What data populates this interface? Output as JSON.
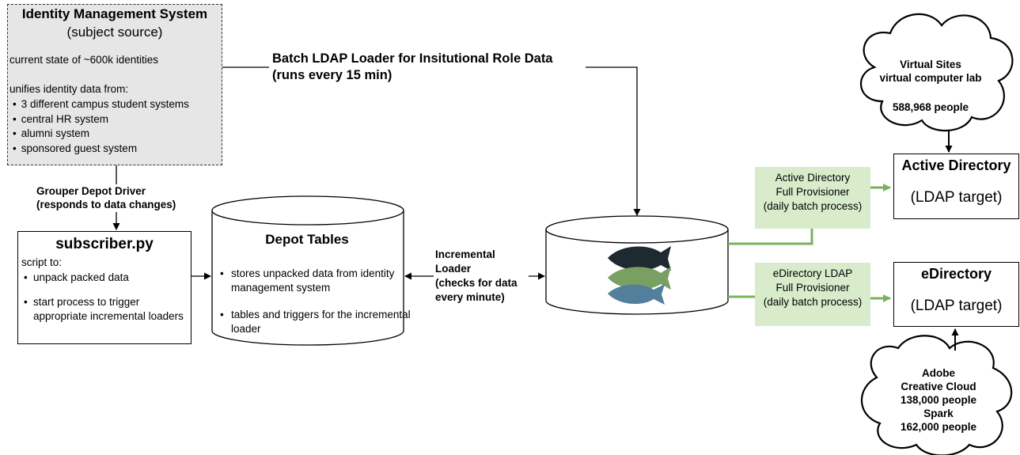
{
  "identity_box": {
    "title": "Identity Management System",
    "subtitle": "(subject source)",
    "state": "current state of ~600k identities",
    "unifies": "unifies identity data from:",
    "sources": [
      "3 different campus student systems",
      "central HR system",
      "alumni system",
      "sponsored guest system"
    ]
  },
  "batch_loader": {
    "line1": "Batch LDAP Loader for  Insitutional Role  Data",
    "line2": "(runs every 15 min)"
  },
  "grouper_driver": {
    "line1": "Grouper Depot Driver",
    "line2": "(responds to data changes)"
  },
  "subscriber": {
    "title": "subscriber.py",
    "intro": "script to:",
    "items": [
      "unpack packed data",
      "start process to trigger appropriate incremental loaders"
    ]
  },
  "depot": {
    "title": "Depot Tables",
    "items": [
      "stores unpacked data from identity management system",
      "tables and triggers for the incremental loader"
    ]
  },
  "incremental_loader": {
    "lines": [
      "Incremental",
      "Loader",
      "(checks for data",
      "every minute)"
    ]
  },
  "provisioners": {
    "ad": [
      "Active Directory",
      "Full Provisioner",
      "(daily batch process)"
    ],
    "edir": [
      "eDirectory LDAP",
      "Full Provisioner",
      "(daily batch process)"
    ]
  },
  "targets": {
    "ad": {
      "title": "Active Directory",
      "subtitle": "(LDAP target)"
    },
    "edir": {
      "title": "eDirectory",
      "subtitle": "(LDAP target)"
    }
  },
  "cloud_vs": {
    "line1": "Virtual Sites",
    "line2": "virtual computer lab",
    "line3": "588,968 people"
  },
  "cloud_adobe": {
    "lines": [
      "Adobe",
      "Creative Cloud",
      "138,000 people",
      "Spark",
      "162,000 people"
    ]
  },
  "colors": {
    "green_arrow": "#7bb15c",
    "green_box": "#d8eccb",
    "gray_box": "#e6e6e6",
    "fish_dark": "#1e2a2f",
    "fish_green": "#7a9f63",
    "fish_blue": "#52809c"
  },
  "icons": [
    "grouper-fish-logo"
  ]
}
